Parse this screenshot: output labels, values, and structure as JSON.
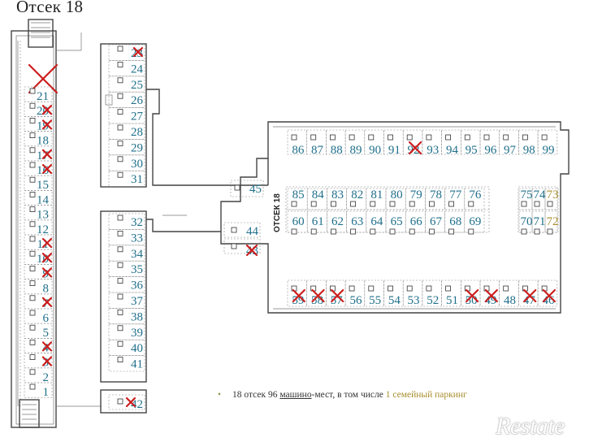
{
  "title": "Отсек 18",
  "section_label": "ОТСЕК 18",
  "caption": {
    "part1": "18 отсек 96 ",
    "underlined": "машино",
    "part2": "-мест, в том числе ",
    "highlight": "1 семейный паркинг"
  },
  "watermark": "Restate",
  "colors": {
    "number": "#1f6f8a",
    "family": "#a88e2e",
    "sold_mark": "#cc1d1d"
  },
  "spots": {
    "left_column": [
      {
        "n": "21",
        "sold": false
      },
      {
        "n": "20",
        "sold": true
      },
      {
        "n": "19",
        "sold": true
      },
      {
        "n": "18",
        "sold": false
      },
      {
        "n": "17",
        "sold": true
      },
      {
        "n": "16",
        "sold": true
      },
      {
        "n": "15",
        "sold": false
      },
      {
        "n": "14",
        "sold": false
      },
      {
        "n": "13",
        "sold": false
      },
      {
        "n": "12",
        "sold": false
      },
      {
        "n": "11",
        "sold": true
      },
      {
        "n": "10",
        "sold": true
      },
      {
        "n": "9",
        "sold": true
      },
      {
        "n": "8",
        "sold": false
      },
      {
        "n": "7",
        "sold": true
      },
      {
        "n": "6",
        "sold": false
      },
      {
        "n": "5",
        "sold": false
      },
      {
        "n": "4",
        "sold": true
      },
      {
        "n": "3",
        "sold": true
      },
      {
        "n": "2",
        "sold": false
      },
      {
        "n": "1",
        "sold": false
      }
    ],
    "mid_upper": [
      {
        "n": "23",
        "sold": true
      },
      {
        "n": "24",
        "sold": false
      },
      {
        "n": "25",
        "sold": false
      },
      {
        "n": "26",
        "sold": false
      },
      {
        "n": "27",
        "sold": false
      },
      {
        "n": "28",
        "sold": false
      },
      {
        "n": "29",
        "sold": false
      },
      {
        "n": "30",
        "sold": false
      },
      {
        "n": "31",
        "sold": false
      }
    ],
    "mid_lower": [
      {
        "n": "32",
        "sold": false
      },
      {
        "n": "33",
        "sold": false
      },
      {
        "n": "34",
        "sold": false
      },
      {
        "n": "35",
        "sold": false
      },
      {
        "n": "36",
        "sold": false
      },
      {
        "n": "37",
        "sold": false
      },
      {
        "n": "38",
        "sold": false
      },
      {
        "n": "39",
        "sold": false
      },
      {
        "n": "40",
        "sold": false
      },
      {
        "n": "41",
        "sold": false
      }
    ],
    "mid_bottom": [
      {
        "n": "42",
        "sold": true
      }
    ],
    "vestibule": [
      {
        "n": "45",
        "sold": false
      },
      {
        "n": "44",
        "sold": false
      },
      {
        "n": "43",
        "sold": true
      }
    ],
    "top_row": [
      {
        "n": "86",
        "sold": false
      },
      {
        "n": "87",
        "sold": false
      },
      {
        "n": "88",
        "sold": false
      },
      {
        "n": "89",
        "sold": false
      },
      {
        "n": "90",
        "sold": false
      },
      {
        "n": "91",
        "sold": false
      },
      {
        "n": "92",
        "sold": true
      },
      {
        "n": "93",
        "sold": false
      },
      {
        "n": "94",
        "sold": false
      },
      {
        "n": "95",
        "sold": false
      },
      {
        "n": "96",
        "sold": false
      },
      {
        "n": "97",
        "sold": false
      },
      {
        "n": "98",
        "sold": false
      },
      {
        "n": "99",
        "sold": false
      }
    ],
    "center_top": [
      {
        "n": "85",
        "sold": false
      },
      {
        "n": "84",
        "sold": false
      },
      {
        "n": "83",
        "sold": false
      },
      {
        "n": "82",
        "sold": false
      },
      {
        "n": "81",
        "sold": false
      },
      {
        "n": "80",
        "sold": false
      },
      {
        "n": "79",
        "sold": false
      },
      {
        "n": "78",
        "sold": false
      },
      {
        "n": "77",
        "sold": false
      },
      {
        "n": "76",
        "sold": false
      }
    ],
    "center_bottom": [
      {
        "n": "60",
        "sold": false
      },
      {
        "n": "61",
        "sold": false
      },
      {
        "n": "62",
        "sold": false
      },
      {
        "n": "63",
        "sold": false
      },
      {
        "n": "64",
        "sold": false
      },
      {
        "n": "65",
        "sold": false
      },
      {
        "n": "66",
        "sold": false
      },
      {
        "n": "67",
        "sold": false
      },
      {
        "n": "68",
        "sold": false
      },
      {
        "n": "69",
        "sold": false
      }
    ],
    "right_block": [
      {
        "n": "75",
        "sold": false,
        "family": false
      },
      {
        "n": "74",
        "sold": false,
        "family": false
      },
      {
        "n": "73",
        "sold": false,
        "family": true
      },
      {
        "n": "70",
        "sold": false,
        "family": false
      },
      {
        "n": "71",
        "sold": false,
        "family": false
      },
      {
        "n": "72",
        "sold": false,
        "family": true
      }
    ],
    "bottom_row": [
      {
        "n": "59",
        "sold": true
      },
      {
        "n": "58",
        "sold": true
      },
      {
        "n": "57",
        "sold": true
      },
      {
        "n": "56",
        "sold": false
      },
      {
        "n": "55",
        "sold": false
      },
      {
        "n": "54",
        "sold": false
      },
      {
        "n": "53",
        "sold": false
      },
      {
        "n": "52",
        "sold": false
      },
      {
        "n": "51",
        "sold": false
      },
      {
        "n": "50",
        "sold": true
      },
      {
        "n": "49",
        "sold": true
      },
      {
        "n": "48",
        "sold": false
      },
      {
        "n": "47",
        "sold": true
      },
      {
        "n": "46",
        "sold": true
      }
    ]
  }
}
